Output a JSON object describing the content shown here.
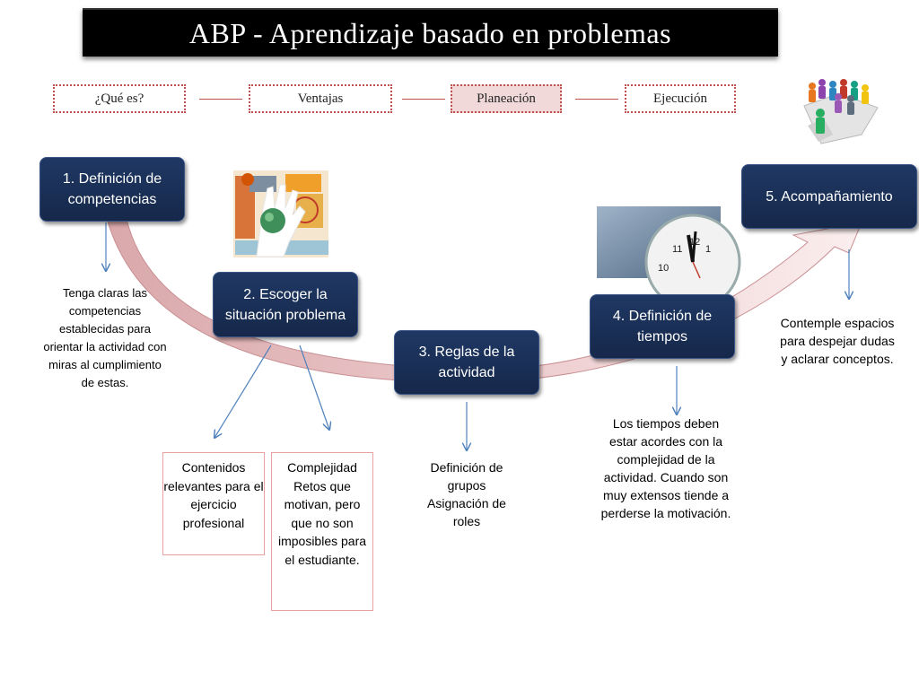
{
  "title": "ABP - Aprendizaje basado en problemas",
  "nav": {
    "tabs": [
      "¿Qué es?",
      "Ventajas",
      "Planeación",
      "Ejecución"
    ],
    "active": "Planeación",
    "accent_color": "#c0504d"
  },
  "steps": [
    {
      "label": "1. Definición de competencias",
      "description": "Tenga  claras las competencias establecidas para orientar la actividad con miras al cumplimiento de estas."
    },
    {
      "label": "2. Escoger la situación problema",
      "boxes": [
        "Contenidos relevantes para el ejercicio profesional",
        "Complejidad Retos que motivan, pero  que no son imposibles para el estudiante."
      ]
    },
    {
      "label": "3. Reglas de la actividad",
      "description": "Definición de grupos Asignación de roles"
    },
    {
      "label": "4. Definición de tiempos",
      "description": "Los tiempos deben estar acordes con la complejidad de la actividad. Cuando son muy extensos tiende a perderse la motivación."
    },
    {
      "label": "5. Acompañamiento",
      "description": "Contemple espacios para despejar dudas y aclarar conceptos."
    }
  ],
  "colors": {
    "step_box": "#1f3864",
    "arrow": "#4f81bd",
    "curve": "#e6bcbc"
  },
  "icons": [
    "people-puzzle-icon",
    "hand-globe-icon",
    "clock-icon"
  ]
}
